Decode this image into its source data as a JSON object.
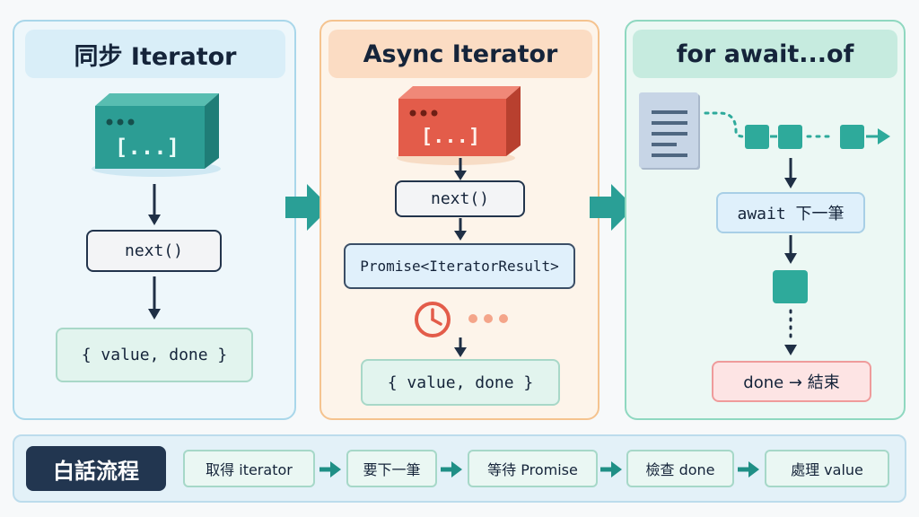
{
  "panels": {
    "sync": {
      "title": "同步 Iterator",
      "block_label": "[...]",
      "next": "next()",
      "result": "{ value, done }"
    },
    "async": {
      "title": "Async Iterator",
      "block_label": "[...]",
      "next": "next()",
      "promise": "Promise<IteratorResult>",
      "result": "{ value, done }"
    },
    "forawait": {
      "title": "for await...of",
      "await_label": "await 下一筆",
      "done_label": "done → 結束"
    }
  },
  "flow": {
    "label": "白話流程",
    "steps": [
      "取得 iterator",
      "要下一筆",
      "等待 Promise",
      "檢查 done",
      "處理 value"
    ]
  },
  "colors": {
    "sync_border": "#a9d7ea",
    "sync_bg": "#eef7fb",
    "async_border": "#f5c38f",
    "async_bg": "#fdf4ea",
    "forawait_border": "#8fd8c0",
    "forawait_bg": "#ecf8f4",
    "teal": "#2eaa9b",
    "red": "#e35c4a",
    "navy": "#1f2f45"
  }
}
